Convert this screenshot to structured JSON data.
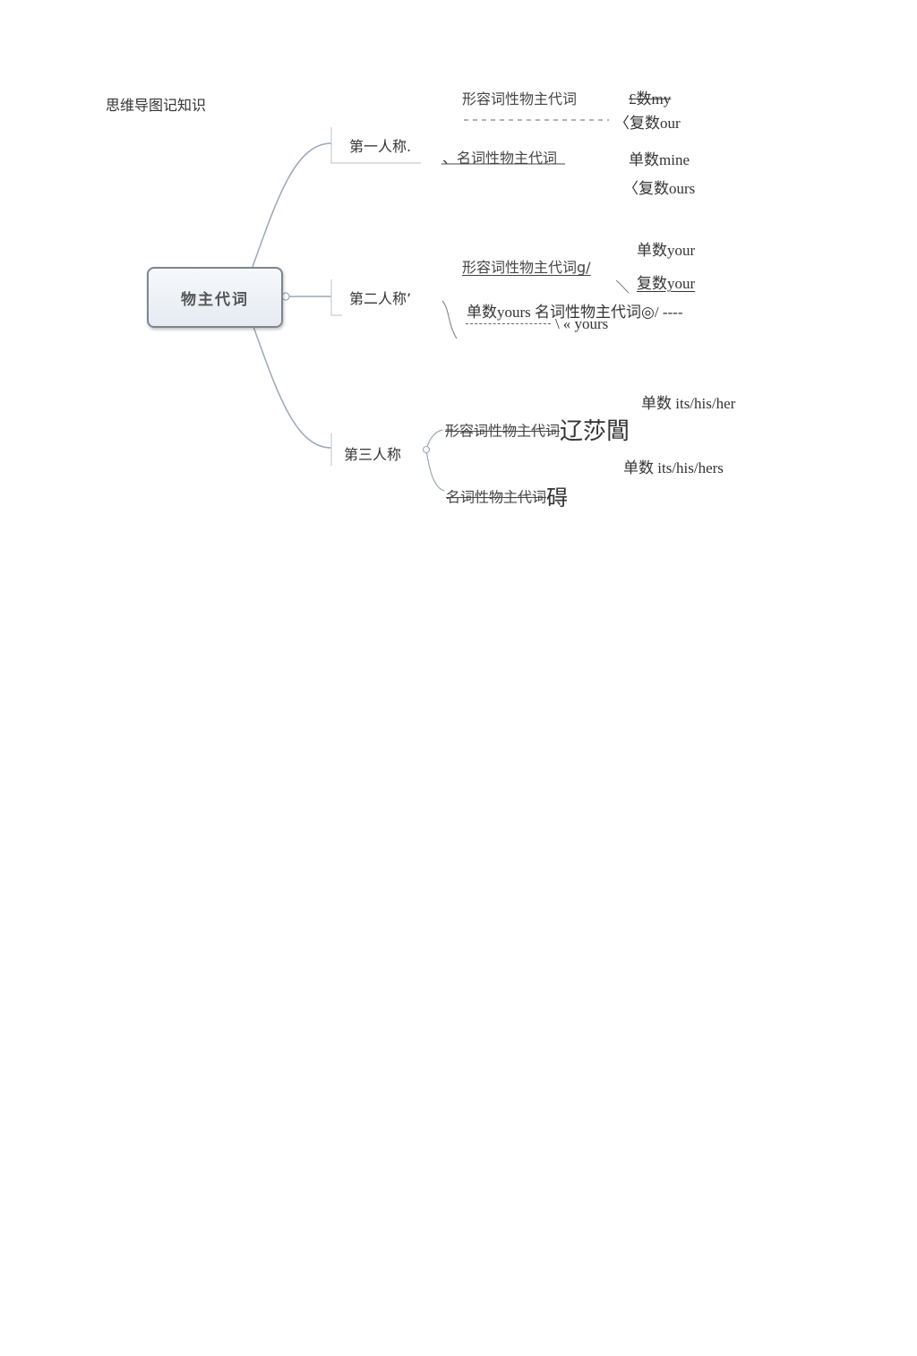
{
  "page_title": "思维导图记知识",
  "root": {
    "label": "物主代词"
  },
  "branches": [
    {
      "label": "第一人称.",
      "items": [
        {
          "label": "形容词性物主代词",
          "singular": "£数my",
          "plural": "〈复数our"
        },
        {
          "label": "、名词性物主代词",
          "singular": "单数mine",
          "plural": "〈复数ours"
        }
      ]
    },
    {
      "label": "第二人称’",
      "items": [
        {
          "label": "形容词性物主代词g/",
          "singular": "单数your",
          "plural": "复数your"
        },
        {
          "label": "单数yours 名词性物主代词◎/ ----",
          "plural": "« yours"
        }
      ]
    },
    {
      "label": "第三人称",
      "items": [
        {
          "label": "形容词性物主代词",
          "glyph": "辽莎閶",
          "singular": "单数  its/his/her"
        },
        {
          "label": "名词性物主代词",
          "glyph": "碍",
          "singular": "单数  its/his/hers"
        }
      ]
    }
  ],
  "colors": {
    "connector": "#9aa8b6",
    "node_border": "#7d8590",
    "dash": "#666666"
  }
}
